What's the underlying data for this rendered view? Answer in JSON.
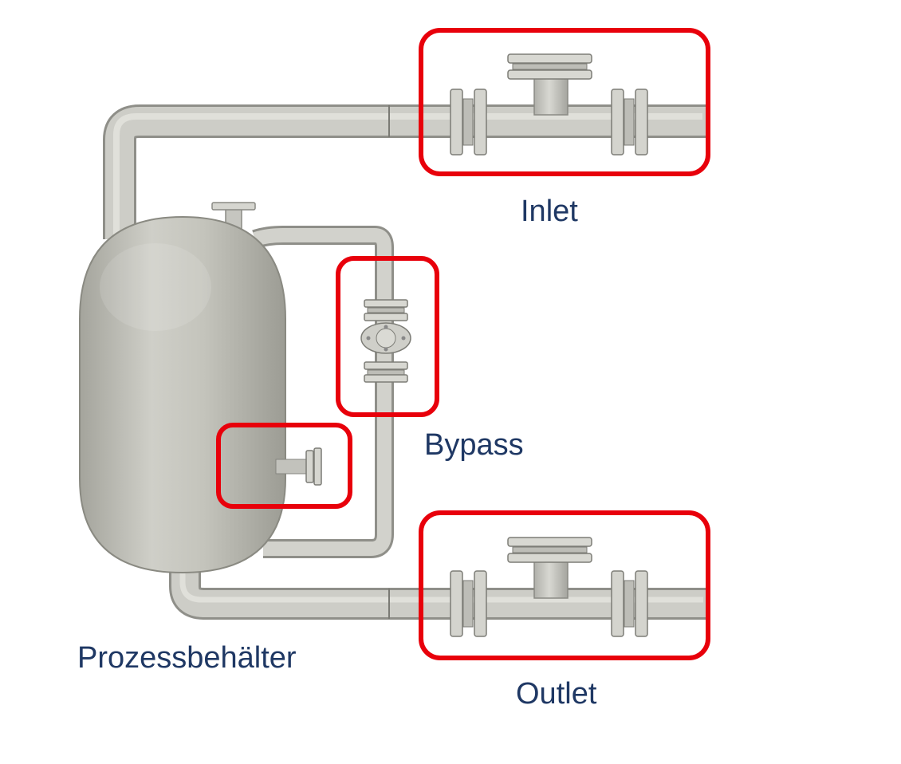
{
  "labels": {
    "inlet": "Inlet",
    "bypass": "Bypass",
    "outlet": "Outlet",
    "vessel": "Prozessbehälter"
  },
  "colors": {
    "highlight": "#e8000b",
    "label_text": "#1f3864",
    "pipe_fill": "#c9c9c3",
    "pipe_edge": "#8e8e88",
    "vessel_fill": "#bcbcb4",
    "flange_fill": "#d4d4ce"
  },
  "icons": {
    "inlet": "flanged-tee-icon",
    "outlet": "flanged-tee-icon",
    "bypass": "flanged-valve-icon",
    "vessel_nozzle": "flanged-nozzle-icon"
  }
}
